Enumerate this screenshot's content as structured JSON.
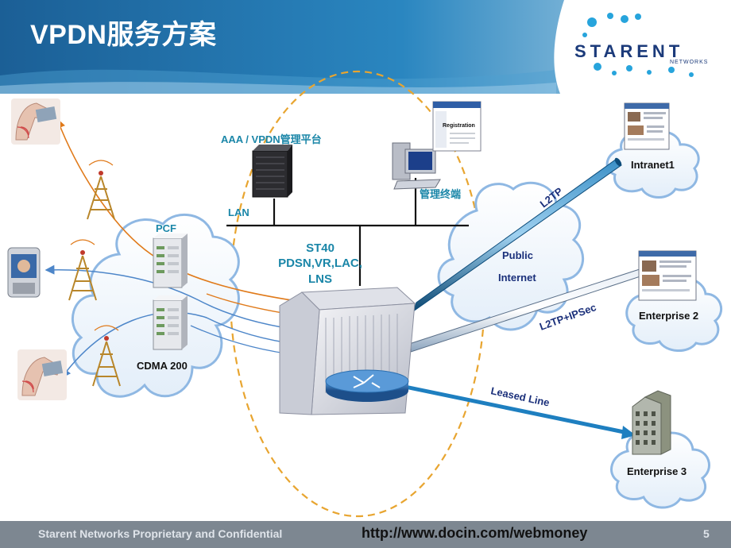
{
  "slide": {
    "title": "VPDN服务方案",
    "logo": {
      "name": "STARENT",
      "sub": "NETWORKS"
    },
    "footer": {
      "confidential": "Starent Networks Proprietary and Confidential",
      "url": "http://www.docin.com/webmoney",
      "page_number": "5"
    }
  },
  "labels": {
    "aaa": "AAA / VPDN管理平台",
    "lan": "LAN",
    "mgmt": "管理终端",
    "pcf": "PCF",
    "cdma": "CDMA 200",
    "st40": "ST40",
    "st40_roles": "PDSN,VR,LAC,",
    "lns": "LNS",
    "public": "Public",
    "internet": "Internet",
    "intranet1": "Intranet1",
    "enterprise2": "Enterprise 2",
    "enterprise3": "Enterprise 3",
    "l2tp": "L2TP",
    "l2tp_ipsec": "L2TP+IPSec",
    "leased": "Leased Line",
    "registration": "Registration"
  },
  "colors": {
    "banner": "#1f6aa0",
    "teal_text": "#1a86a8",
    "link_text": "#1a2f7a",
    "orange_line": "#e07a1a",
    "blue_line": "#4d86c9",
    "dashed_oval": "#e8a530",
    "tunnel_dark": "#0d4c7a",
    "footer": "#7d8791"
  },
  "icons": [
    "tower-icon",
    "pda-phone-icon",
    "smartphone-icon",
    "pcf-server-icon",
    "aaa-server-icon",
    "workstation-icon",
    "registration-window-icon",
    "st40-chassis-icon",
    "router-icon",
    "browser-page-icon",
    "office-building-icon",
    "starent-logo-icon"
  ]
}
